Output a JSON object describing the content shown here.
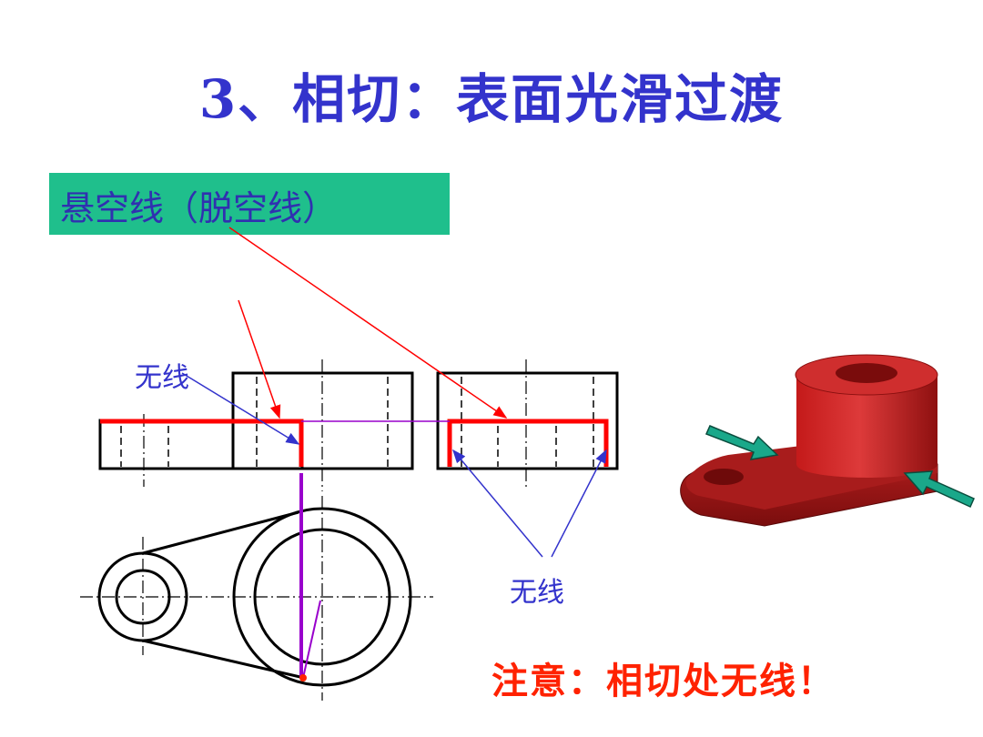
{
  "slide": {
    "title": "3、相切：表面光滑过渡",
    "label": "悬空线（脱空线）",
    "annotation_top": "无线",
    "annotation_bottom": "无线",
    "note": "注意：相切处无线！"
  },
  "colors": {
    "title": "#3333cc",
    "label_bg": "#1fbf8c",
    "highlight_edge": "#ff0000",
    "projection_line": "#9900cc",
    "leader_blue": "#3333cc",
    "model_red": "#cc2222",
    "arrow_green": "#1aa88a",
    "note": "#ff2200"
  }
}
